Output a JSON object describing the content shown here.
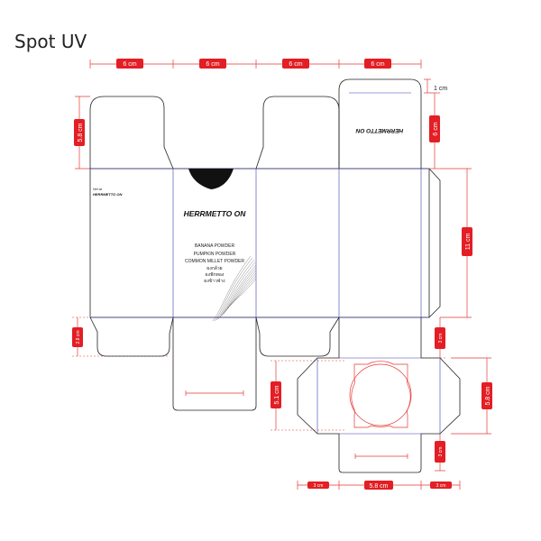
{
  "title": "Spot UV",
  "dimensions": {
    "top_widths": [
      "6 cm",
      "6 cm",
      "6 cm",
      "6 cm"
    ],
    "one_cm": "1 cm",
    "flap_height_left": "5.8 cm",
    "flap_height_right": "6 cm",
    "body_height": "11 cm",
    "bottom_left": "2.8 cm",
    "bottom_right": "3 cm",
    "window_height": "5.1 cm",
    "base_height": "5.8 cm",
    "base_tab": "3 cm",
    "bottom_width_left": "3 cm",
    "bottom_width_mid": "5.8 cm",
    "bottom_width_right": "3 cm"
  },
  "panel_side": {
    "label_line": "Net wt",
    "brand": "HERRMETTO ON"
  },
  "panel_front": {
    "brand": "HERRMETTO ON",
    "ingredients": [
      "BANANA POWDER",
      "PUMPKIN POWDER",
      "COMMON MILLET POWDER"
    ],
    "local_lines": [
      "ผงกล้วย",
      "ผงฟักทอง",
      "ผงข้าวฟ่าง"
    ]
  },
  "lid_flap": {
    "brand": "HERRMETTO ON"
  }
}
